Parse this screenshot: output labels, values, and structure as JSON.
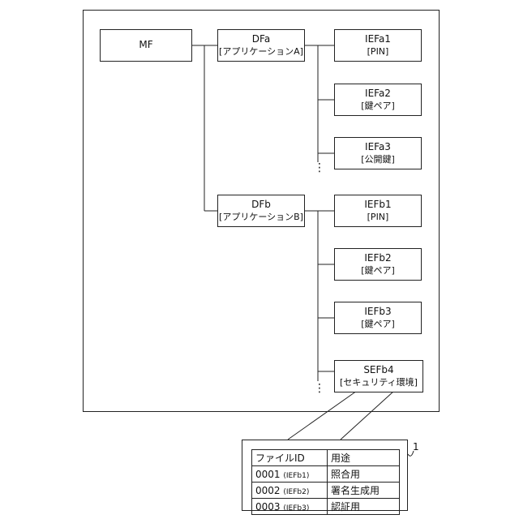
{
  "mf": {
    "label": "MF"
  },
  "dfa": {
    "title": "DFa",
    "subtitle": "[アプリケーションA]"
  },
  "dfb": {
    "title": "DFb",
    "subtitle": "[アプリケーションB]"
  },
  "dfa_children": [
    {
      "title": "IEFa1",
      "subtitle": "[PIN]"
    },
    {
      "title": "IEFa2",
      "subtitle": "[鍵ペア]"
    },
    {
      "title": "IEFa3",
      "subtitle": "[公開鍵]"
    }
  ],
  "dfb_children": [
    {
      "title": "IEFb1",
      "subtitle": "[PIN]"
    },
    {
      "title": "IEFb2",
      "subtitle": "[鍵ペア]"
    },
    {
      "title": "IEFb3",
      "subtitle": "[鍵ペア]"
    },
    {
      "title": "SEFb4",
      "subtitle": "[セキュリティ環境]"
    }
  ],
  "ellipsis": "⋮",
  "file_table": {
    "headers": [
      "ファイルID",
      "用途"
    ],
    "rows": [
      {
        "id": "0001",
        "ref": "(IEFb1)",
        "use": "照合用"
      },
      {
        "id": "0002",
        "ref": "(IEFb2)",
        "use": "署名生成用"
      },
      {
        "id": "0003",
        "ref": "(IEFb3)",
        "use": "認証用"
      }
    ]
  },
  "ref_number": "1"
}
